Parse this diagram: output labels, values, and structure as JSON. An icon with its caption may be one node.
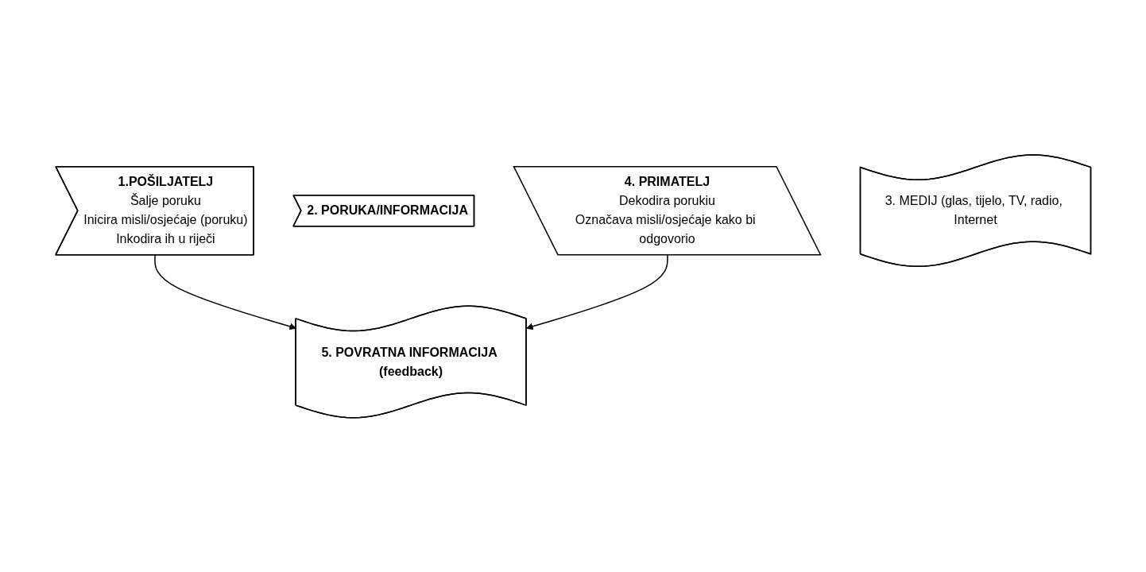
{
  "diagram": {
    "nodes": [
      {
        "text": [
          "5. POVRATNA INFORMACIJA (feedback)"
        ]
      },
      {
        "text": [
          "1.POŠILJATELJ",
          "Šalje poruku",
          "Inicira misli/osjećaje (poruku)",
          "Inkodira ih u riječi"
        ]
      },
      {
        "text": [
          "2. PORUKA/INFORMACIJA"
        ]
      },
      {
        "text": [
          "4. PRIMATELJ",
          "Dekodira porukiu",
          "Označava misli/osjećaje kako bi odgovorio"
        ]
      },
      {
        "text": [
          "3. MEDIJ (glas, tijelo, TV, radio, Internet"
        ]
      }
    ],
    "edges": [
      {
        "from": 1,
        "to": 0,
        "arrow": "to"
      },
      {
        "from": 3,
        "to": 0,
        "arrow": "to"
      }
    ]
  }
}
